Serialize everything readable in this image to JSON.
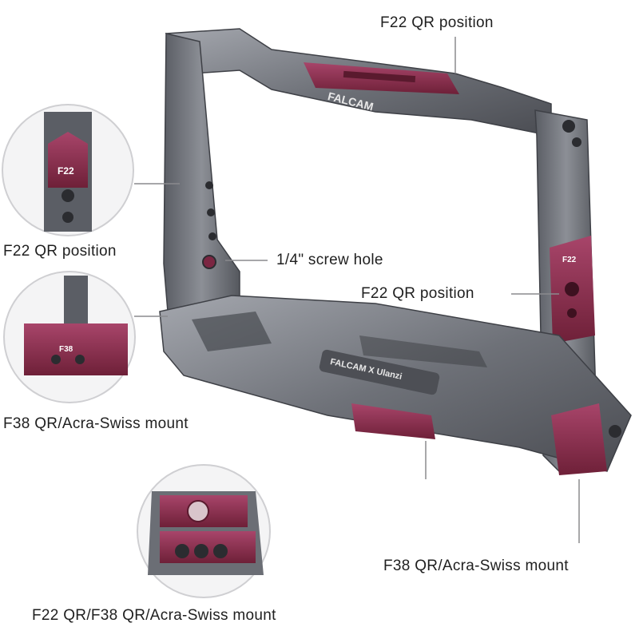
{
  "labels": {
    "top_position": "F22 QR position",
    "left_position": "F22 QR position",
    "screw_hole": "1/4\" screw hole",
    "right_position": "F22 QR position",
    "left_mount": "F38 QR/Acra-Swiss mount",
    "right_mount": "F38 QR/Acra-Swiss mount",
    "bottom_mount": "F22 QR/F38 QR/Acra-Swiss mount"
  },
  "brand": {
    "logo_top": "FALCAM",
    "logo_base": "FALCAM X Ulanzi",
    "plate_mark": "F22",
    "plate_mark_38": "F38"
  },
  "colors": {
    "metal": "#6d7078",
    "metal_light": "#9a9da4",
    "metal_dark": "#44464c",
    "accent": "#8a2f4e"
  }
}
